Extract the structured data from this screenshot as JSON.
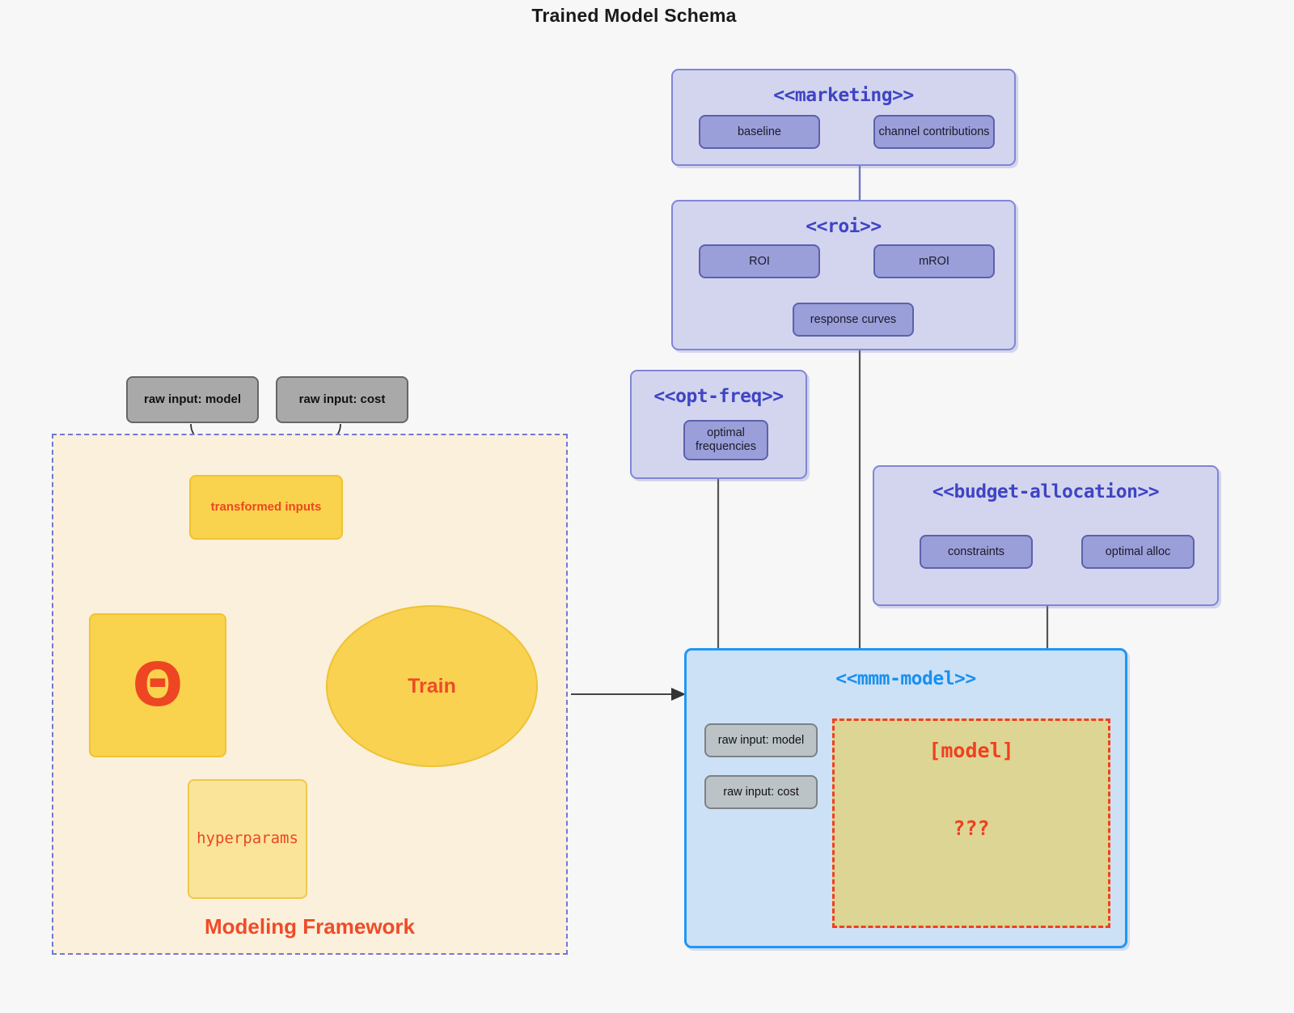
{
  "title": "Trained Model Schema",
  "packages": {
    "marketing": {
      "title": "<<marketing>>",
      "nodes": [
        {
          "label": "baseline"
        },
        {
          "label": "channel contributions"
        }
      ]
    },
    "roi": {
      "title": "<<roi>>",
      "nodes": [
        {
          "label": "ROI"
        },
        {
          "label": "mROI"
        },
        {
          "label": "response curves"
        }
      ]
    },
    "opt_freq": {
      "title": "<<opt-freq>>",
      "nodes": [
        {
          "label": "optimal frequencies"
        }
      ]
    },
    "budget_allocation": {
      "title": "<<budget-allocation>>",
      "nodes": [
        {
          "label": "constraints"
        },
        {
          "label": "optimal alloc"
        }
      ]
    },
    "mmm_model": {
      "title": "<<mmm-model>>",
      "inputs": [
        {
          "label": "raw input: model"
        },
        {
          "label": "raw input: cost"
        }
      ],
      "model_region": {
        "name": "[model]",
        "unknown": "???"
      }
    }
  },
  "framework": {
    "label": "Modeling Framework",
    "raw_inputs": [
      {
        "label": "raw input: model"
      },
      {
        "label": "raw input: cost"
      }
    ],
    "transformed_inputs": {
      "label": "transformed inputs"
    },
    "theta": {
      "label": "Θ"
    },
    "hyperparams": {
      "label": "hyperparams"
    },
    "train": {
      "label": "Train"
    }
  },
  "colors": {
    "background": "#f7f7f7",
    "package_purple_fill": "#d3d5ef",
    "package_purple_border": "#8185d6",
    "node_purple_fill": "#9a9ed9",
    "node_purple_border": "#5d61ab",
    "package_blue_fill": "#cce1f5",
    "package_blue_border": "#2196f3",
    "grey_fill": "#a9a9a9",
    "grey_border": "#666666",
    "framework_fill": "#faf0dc",
    "framework_border": "#6f79d4",
    "yellow_fill": "#f9d34e",
    "yellow_pale_fill": "#fae49a",
    "accent_red": "#ee4622",
    "model_region_fill": "#ddd593",
    "model_region_border": "#f04020",
    "connector_grey": "#555555",
    "connector_purple": "#6f74c8"
  }
}
